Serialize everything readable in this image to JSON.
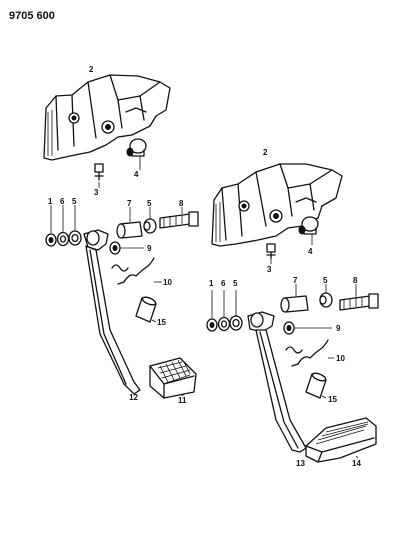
{
  "diagram_ref": "9705 600",
  "left_assembly": {
    "labels": {
      "bracket": "2",
      "bolt": "3",
      "stopper": "4",
      "bushing_a": "1",
      "bushing_b": "6",
      "washer": "5",
      "spacer": "7",
      "washer_r": "5",
      "shaft_bolt": "8",
      "stop_pad": "9",
      "spring": "10",
      "pin": "15",
      "pedal_arm": "12",
      "pedal_pad": "11"
    }
  },
  "right_assembly": {
    "labels": {
      "bracket": "2",
      "bolt": "3",
      "stopper": "4",
      "bushing_a": "1",
      "bushing_b": "6",
      "washer": "5",
      "spacer": "7",
      "washer_r": "5",
      "shaft_bolt": "8",
      "stop_pad": "9",
      "spring": "10",
      "pin": "15",
      "pedal_arm": "13",
      "pedal_pad": "14"
    }
  },
  "colors": {
    "line": "#111111",
    "background": "#ffffff"
  }
}
